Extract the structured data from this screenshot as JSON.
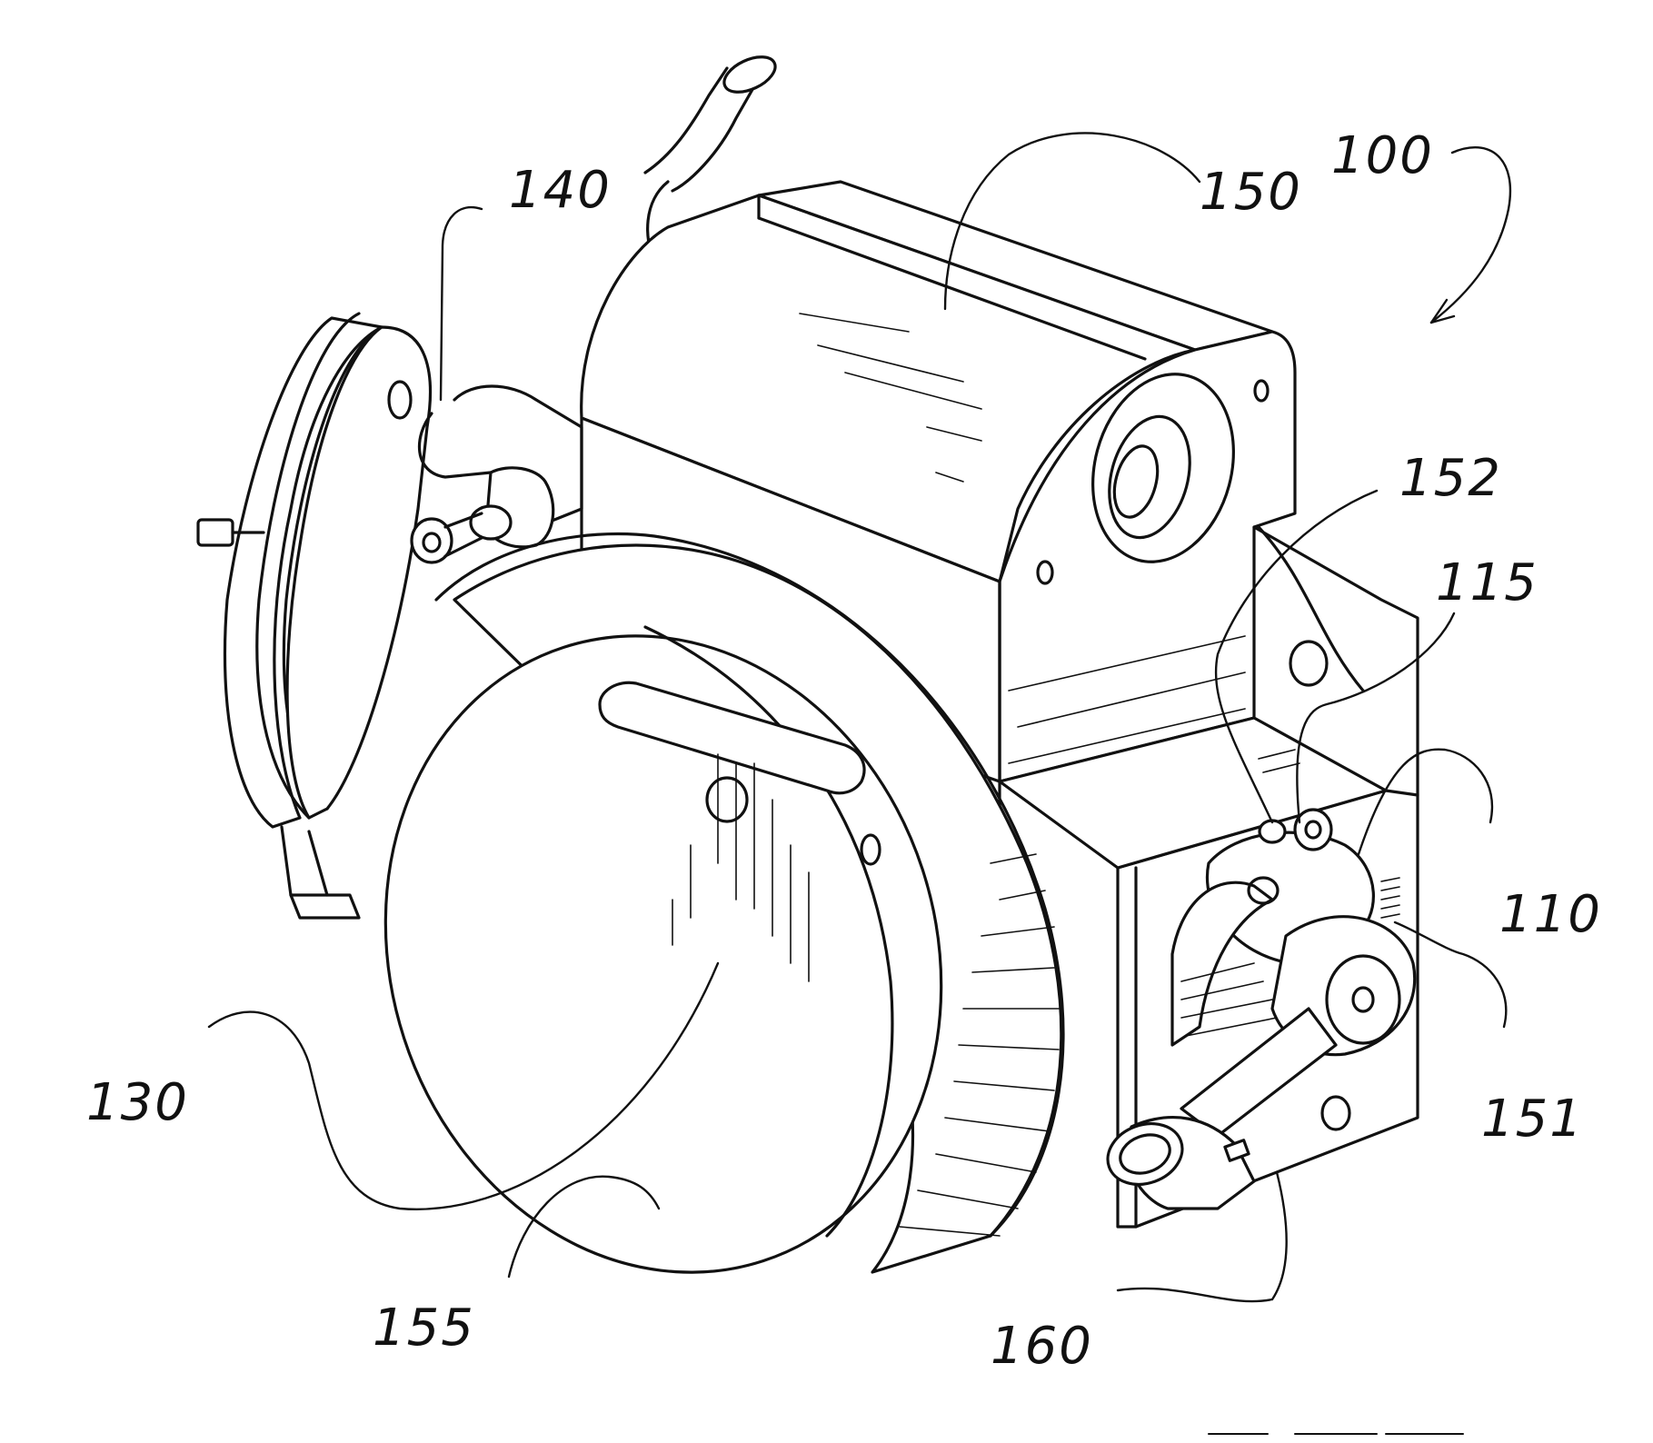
{
  "figure": {
    "reference_numerals": {
      "assembly": "100",
      "part_110": "110",
      "part_115": "115",
      "part_130": "130",
      "part_140": "140",
      "part_150": "150",
      "part_151": "151",
      "part_152": "152",
      "part_155": "155",
      "part_160": "160"
    }
  }
}
